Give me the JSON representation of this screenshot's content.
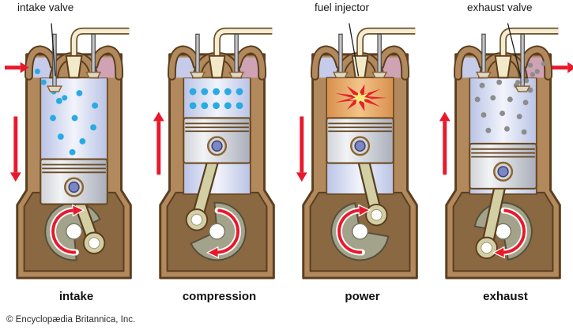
{
  "copyright": "© Encyclopædia Britannica, Inc.",
  "panels": [
    {
      "label": "intake",
      "callout": "intake valve",
      "piston_position": "low",
      "piston_motion": "down",
      "charge": "mixture-scattered",
      "charge_description": "air-fuel mixture entering cylinder (blue dots)",
      "intake_valve": "open",
      "exhaust_valve": "closed",
      "gas_flow": "in",
      "crank_angle_deg": 30,
      "crank_rotation": "clockwise"
    },
    {
      "label": "compression",
      "callout": null,
      "piston_position": "high",
      "piston_motion": "up",
      "charge": "mixture-compressed",
      "charge_description": "compressed air-fuel mixture (dense blue dots)",
      "intake_valve": "closed",
      "exhaust_valve": "closed",
      "gas_flow": null,
      "crank_angle_deg": 210,
      "crank_rotation": "clockwise"
    },
    {
      "label": "power",
      "callout": "fuel injector",
      "piston_position": "high",
      "piston_motion": "down",
      "charge": "combustion",
      "charge_description": "ignited charge explosion (red/yellow flash)",
      "intake_valve": "closed",
      "exhaust_valve": "closed",
      "gas_flow": null,
      "crank_angle_deg": 315,
      "crank_rotation": "clockwise"
    },
    {
      "label": "exhaust",
      "callout": "exhaust valve",
      "piston_position": "mid",
      "piston_motion": "up",
      "charge": "exhaust-gas",
      "charge_description": "burnt exhaust gases leaving (grey dots)",
      "intake_valve": "closed",
      "exhaust_valve": "open",
      "gas_flow": "out",
      "crank_angle_deg": 135,
      "crank_rotation": "clockwise"
    }
  ],
  "colors": {
    "body": "#b2895c",
    "outline": "#5a3e1f",
    "crankcase": "#8a6842",
    "disc": "#a3a28a",
    "rod": "#d3cfa4",
    "bore_edge": "#b9c3e6",
    "bore_mid": "#f2f4fb",
    "piston_hi": "#f2f3f5",
    "piston_lo": "#a9aeba",
    "pin": "#7b86c8",
    "port_intake": "#c5cbe8",
    "port_exhaust": "#cfa3b4",
    "injector": "#f2e9c8",
    "stem": "#c4c4c6",
    "valve_head": "#ded9cb",
    "pipe": "#f5ecd4",
    "pipe_edge": "#6f5226",
    "combust_deep": "#d98f4e",
    "combust_light": "#f2c488",
    "star_red": "#e62129",
    "star_yellow": "#f9e87e",
    "dot_blue": "#29abe2",
    "dot_grey": "#8c8c8c",
    "arrow": "#e8192c",
    "text": "#1a1a1a"
  }
}
